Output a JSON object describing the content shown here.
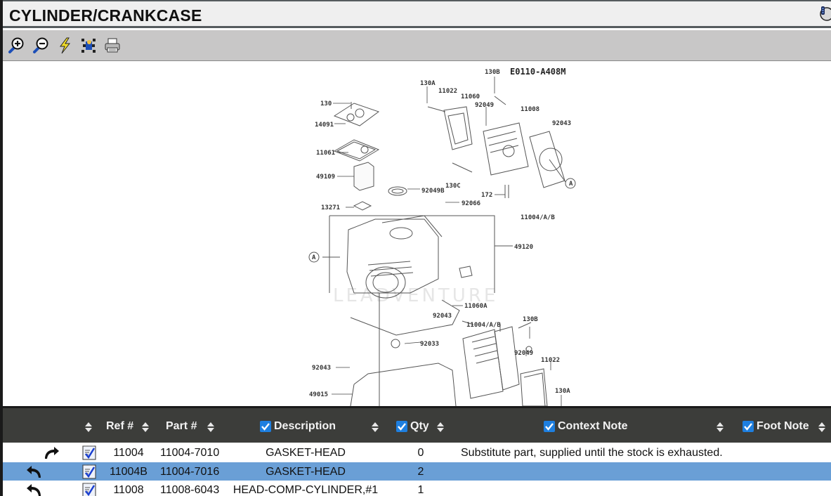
{
  "header": {
    "title": "CYLINDER/CRANKCASE",
    "right_icon": "manual-help-icon"
  },
  "toolbar": {
    "buttons": [
      {
        "name": "zoom-in",
        "icon": "zoom-in-icon"
      },
      {
        "name": "zoom-out",
        "icon": "zoom-out-icon"
      },
      {
        "name": "hotspots",
        "icon": "lightning-icon"
      },
      {
        "name": "fit",
        "icon": "fit-to-window-icon"
      },
      {
        "name": "print",
        "icon": "printer-icon"
      }
    ]
  },
  "diagram": {
    "code": "E0110-A408M",
    "watermark": "LEADVENTURE",
    "callouts": [
      "130B",
      "130A",
      "11022",
      "11060",
      "92049",
      "11008",
      "92043",
      "130",
      "14091",
      "11061",
      "49109",
      "130C",
      "172",
      "92049B",
      "92066",
      "13271",
      "11004/A/B",
      "A",
      "49120",
      "11060A",
      "92043",
      "11004/A/B",
      "130B",
      "92033",
      "92049",
      "11022",
      "92043",
      "130A",
      "49015",
      "A"
    ]
  },
  "table": {
    "columns": [
      {
        "key": "action",
        "label": "",
        "checkbox": false
      },
      {
        "key": "ref",
        "label": "Ref #",
        "checkbox": false
      },
      {
        "key": "part",
        "label": "Part #",
        "checkbox": false
      },
      {
        "key": "description",
        "label": "Description",
        "checkbox": true
      },
      {
        "key": "qty",
        "label": "Qty",
        "checkbox": true
      },
      {
        "key": "context_note",
        "label": "Context Note",
        "checkbox": true
      },
      {
        "key": "foot_note",
        "label": "Foot Note",
        "checkbox": true
      }
    ],
    "rows": [
      {
        "action_icon": "redo-arrow-icon",
        "ref": "11004",
        "part": "11004-7010",
        "description": "GASKET-HEAD",
        "qty": "0",
        "context_note": "Substitute part, supplied until the stock is exhausted.",
        "foot_note": "",
        "selected": false
      },
      {
        "action_icon": "undo-arrow-icon",
        "ref": "11004B",
        "part": "11004-7016",
        "description": "GASKET-HEAD",
        "qty": "2",
        "context_note": "",
        "foot_note": "",
        "selected": true
      },
      {
        "action_icon": "undo-arrow-icon",
        "ref": "11008",
        "part": "11008-6043",
        "description": "HEAD-COMP-CYLINDER,#1",
        "qty": "1",
        "context_note": "",
        "foot_note": "",
        "selected": false
      }
    ]
  },
  "colors": {
    "header_bg": "#3c3d3a",
    "selected_row": "#6a9fd6",
    "checkbox": "#1e7fe0",
    "toolbar_bg": "#c8c7c7",
    "title_bg": "#efefef"
  }
}
